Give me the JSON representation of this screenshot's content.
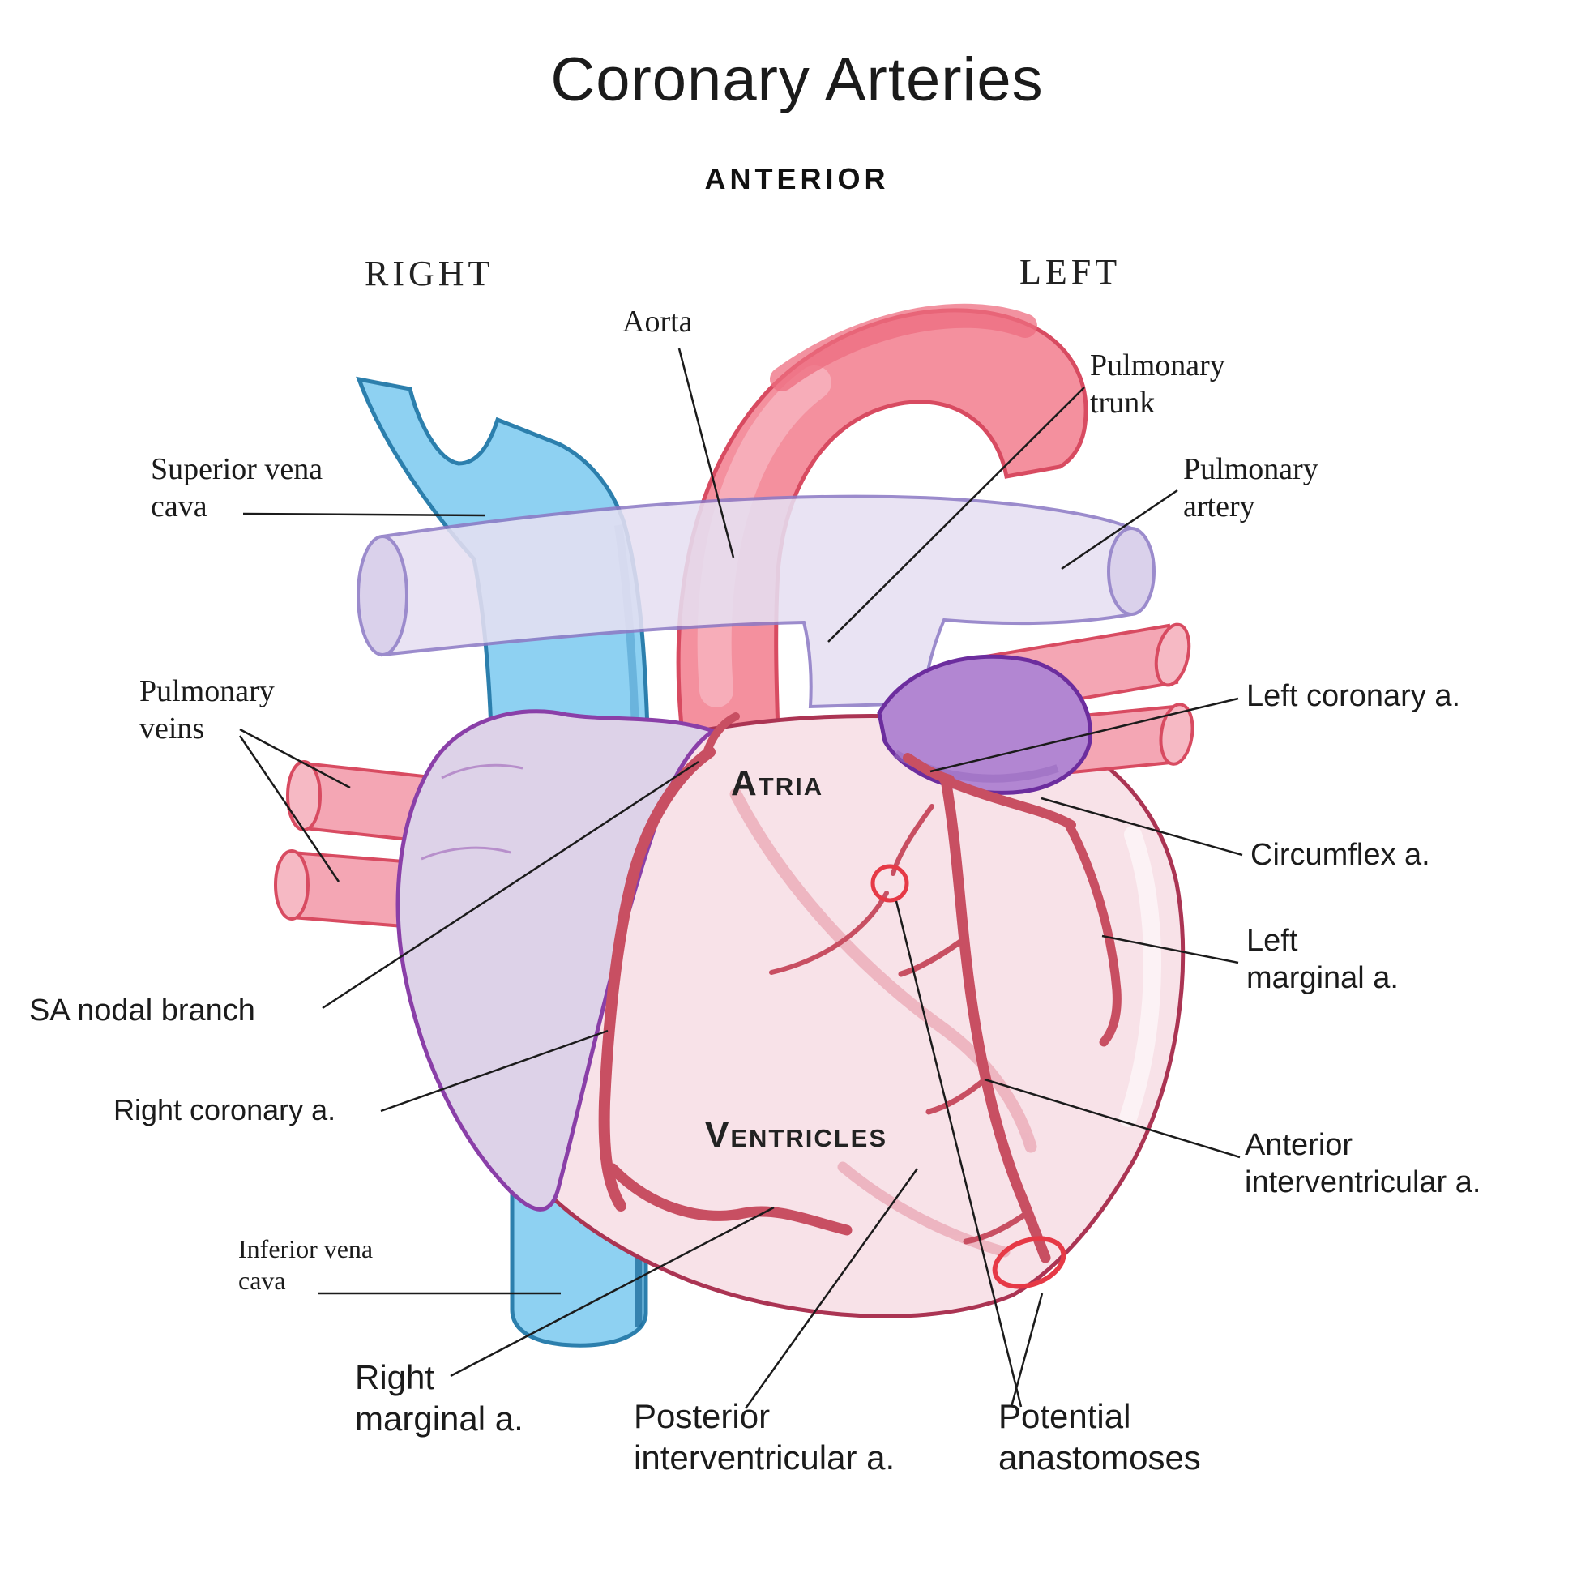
{
  "title": "Coronary Arteries",
  "subtitle": "ANTERIOR",
  "orientation": {
    "right": "RIGHT",
    "left": "LEFT"
  },
  "regions": {
    "atria": "Atria",
    "ventricles": "Ventricles"
  },
  "labels": {
    "aorta": {
      "lines": [
        "Aorta"
      ]
    },
    "pulmonary_trunk": {
      "lines": [
        "Pulmonary",
        "trunk"
      ]
    },
    "pulmonary_artery": {
      "lines": [
        "Pulmonary",
        "artery"
      ]
    },
    "superior_vena_cava": {
      "lines": [
        "Superior vena",
        "cava"
      ]
    },
    "pulmonary_veins": {
      "lines": [
        "Pulmonary",
        "veins"
      ]
    },
    "left_coronary": {
      "lines": [
        "Left coronary a."
      ]
    },
    "circumflex": {
      "lines": [
        "Circumflex a."
      ]
    },
    "left_marginal": {
      "lines": [
        "Left",
        "marginal a."
      ]
    },
    "sa_nodal": {
      "lines": [
        "SA nodal branch"
      ]
    },
    "right_coronary": {
      "lines": [
        "Right coronary a."
      ]
    },
    "anterior_interventricular": {
      "lines": [
        "Anterior",
        "interventricular a."
      ]
    },
    "inferior_vena_cava": {
      "lines": [
        "Inferior vena",
        "cava"
      ]
    },
    "right_marginal": {
      "lines": [
        "Right",
        "marginal a."
      ]
    },
    "posterior_interventricular": {
      "lines": [
        "Posterior",
        "interventricular a."
      ]
    },
    "potential_anastomoses": {
      "lines": [
        "Potential",
        "anastomoses"
      ]
    }
  },
  "colors": {
    "vein_blue": "#8ed1f2",
    "vein_blue_stroke": "#2c7fad",
    "artery_pink": "#f4909e",
    "artery_pink_stroke": "#d84b61",
    "pulmonary_lavender": "#e6e0f2",
    "pulmonary_lavender_stroke": "#8d7ac5",
    "atrium_lavender": "#ddd2e8",
    "atrium_stroke": "#8a3fa8",
    "auricle_purple": "#b286d2",
    "auricle_stroke": "#6c2d9e",
    "heart_pink": "#f8e2e8",
    "heart_stroke": "#ab3453",
    "coronary_red": "#c84f62",
    "cardiac_vein_pink": "#edb3bf",
    "anastomosis_red": "#e63946",
    "label_color": "#1b1b1b"
  }
}
